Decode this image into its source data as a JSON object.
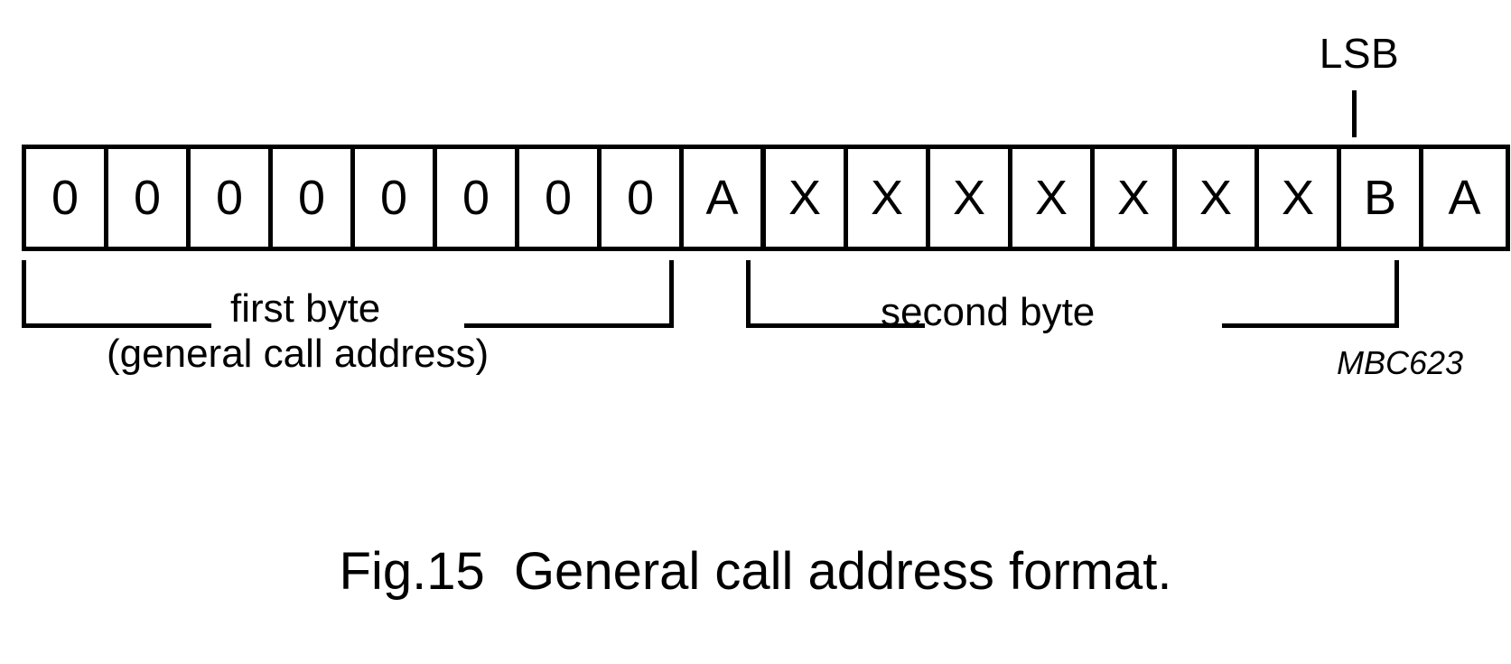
{
  "figure": {
    "caption": "Fig.15  General call address format.",
    "document_code": "MBC623"
  },
  "markers": {
    "lsb_label": "LSB"
  },
  "frame": {
    "cells": [
      {
        "value": "0",
        "kind": "bit"
      },
      {
        "value": "0",
        "kind": "bit"
      },
      {
        "value": "0",
        "kind": "bit"
      },
      {
        "value": "0",
        "kind": "bit"
      },
      {
        "value": "0",
        "kind": "bit"
      },
      {
        "value": "0",
        "kind": "bit"
      },
      {
        "value": "0",
        "kind": "bit"
      },
      {
        "value": "0",
        "kind": "bit"
      },
      {
        "value": "A",
        "kind": "acknowledge"
      },
      {
        "value": "X",
        "kind": "bit"
      },
      {
        "value": "X",
        "kind": "bit"
      },
      {
        "value": "X",
        "kind": "bit"
      },
      {
        "value": "X",
        "kind": "bit"
      },
      {
        "value": "X",
        "kind": "bit"
      },
      {
        "value": "X",
        "kind": "bit"
      },
      {
        "value": "X",
        "kind": "bit"
      },
      {
        "value": "B",
        "kind": "lsb-bit"
      },
      {
        "value": "A",
        "kind": "acknowledge"
      }
    ]
  },
  "brackets": {
    "first": {
      "label_line1": "first byte",
      "label_line2": "(general call address)"
    },
    "second": {
      "label_line1": "second byte"
    }
  },
  "colors": {
    "ink": "#000000",
    "background": "#ffffff"
  }
}
